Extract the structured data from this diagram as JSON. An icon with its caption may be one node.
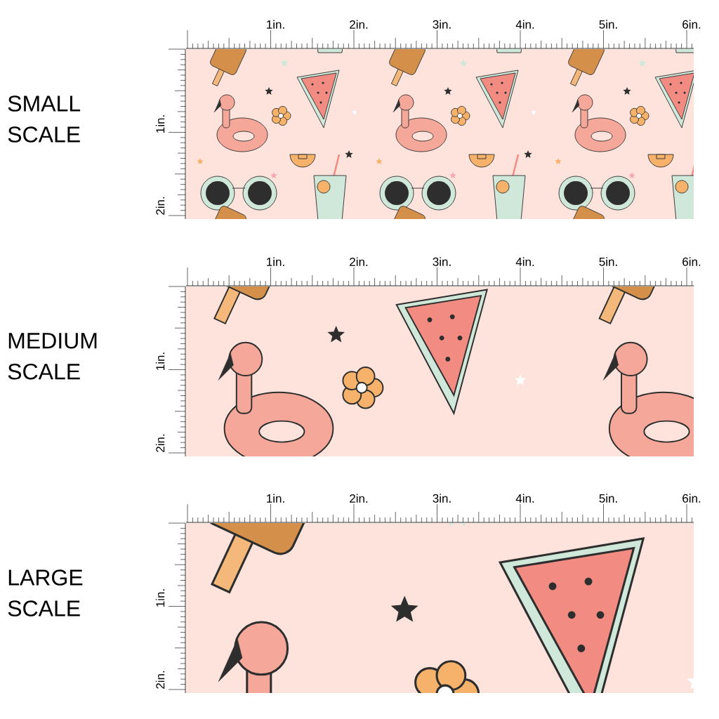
{
  "diagram": {
    "labels": [
      "SMALL SCALE",
      "1in.",
      "2in.",
      "3in.",
      "4in.",
      "5in.",
      "6in.",
      "1in.",
      "2in.",
      "MEDIUM SCALE",
      "1in.",
      "2in.",
      "3in.",
      "4in.",
      "5in.",
      "6in.",
      "1in.",
      "2in.",
      "LARGE SCALE",
      "1in.",
      "2in.",
      "3in.",
      "4in.",
      "5in.",
      "6in.",
      "1in.",
      "2in."
    ]
  }
}
